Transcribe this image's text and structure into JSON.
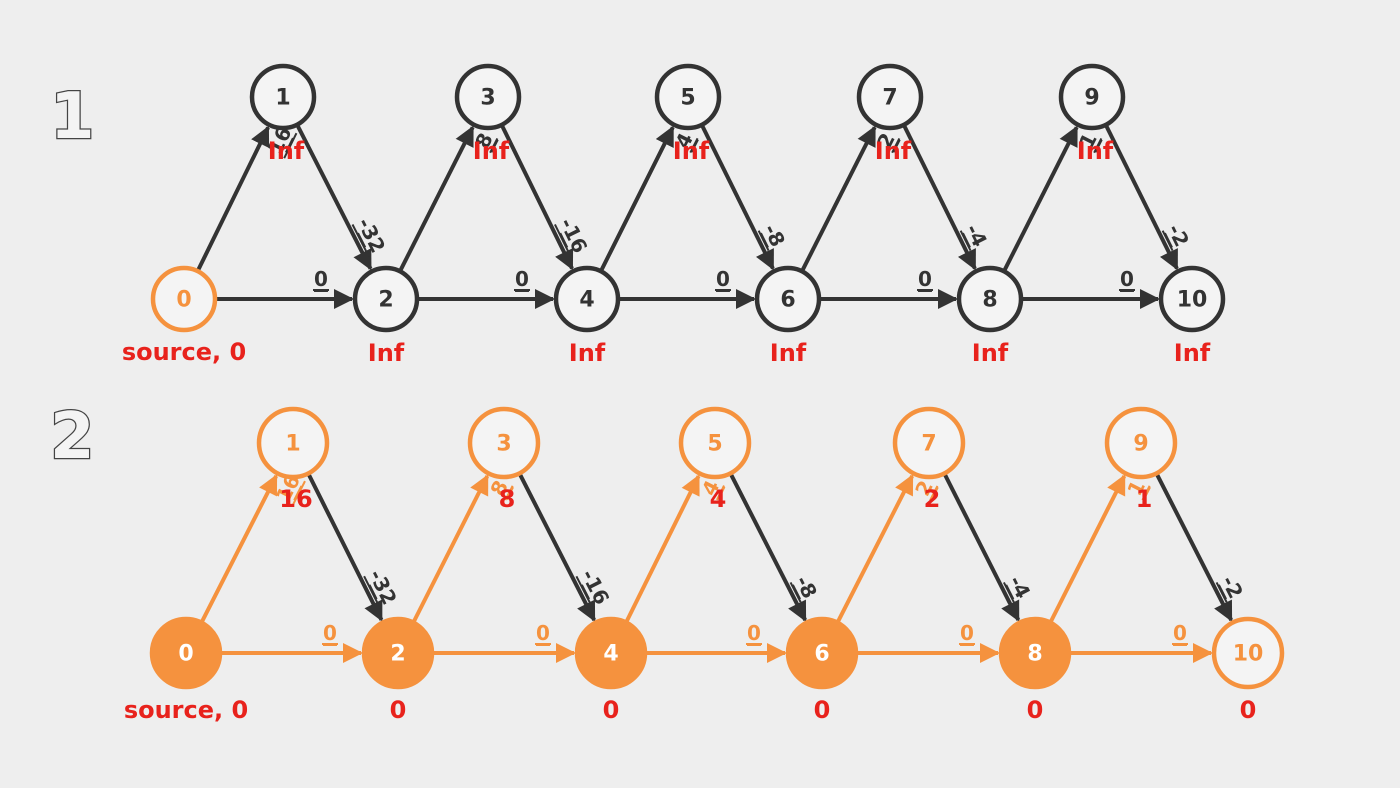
{
  "colors": {
    "background": "#eeeeee",
    "dark": "#333333",
    "orange": "#f5923e",
    "red": "#e8221c",
    "white_fill": "#f4f4f4"
  },
  "edges": [
    {
      "from": 0,
      "to": 1,
      "weight": "16"
    },
    {
      "from": 1,
      "to": 2,
      "weight": "-32"
    },
    {
      "from": 0,
      "to": 2,
      "weight": "0"
    },
    {
      "from": 2,
      "to": 3,
      "weight": "8"
    },
    {
      "from": 3,
      "to": 4,
      "weight": "-16"
    },
    {
      "from": 2,
      "to": 4,
      "weight": "0"
    },
    {
      "from": 4,
      "to": 5,
      "weight": "4"
    },
    {
      "from": 5,
      "to": 6,
      "weight": "-8"
    },
    {
      "from": 4,
      "to": 6,
      "weight": "0"
    },
    {
      "from": 6,
      "to": 7,
      "weight": "2"
    },
    {
      "from": 7,
      "to": 8,
      "weight": "-4"
    },
    {
      "from": 6,
      "to": 8,
      "weight": "0"
    },
    {
      "from": 8,
      "to": 9,
      "weight": "1"
    },
    {
      "from": 9,
      "to": 10,
      "weight": "-2"
    },
    {
      "from": 8,
      "to": 10,
      "weight": "0"
    }
  ],
  "panels": [
    {
      "number": "1",
      "source_label": "source, 0",
      "distances": [
        "",
        "Inf",
        "Inf",
        "Inf",
        "Inf",
        "Inf",
        "Inf",
        "Inf",
        "Inf",
        "Inf",
        "Inf"
      ],
      "node_style": [
        "outline-orange",
        "outline-dark",
        "outline-dark",
        "outline-dark",
        "outline-dark",
        "outline-dark",
        "outline-dark",
        "outline-dark",
        "outline-dark",
        "outline-dark",
        "outline-dark"
      ],
      "highlighted_edges": []
    },
    {
      "number": "2",
      "source_label": "source, 0",
      "distances": [
        "",
        "16",
        "0",
        "8",
        "0",
        "4",
        "0",
        "2",
        "0",
        "1",
        "0"
      ],
      "node_style": [
        "filled-orange",
        "outline-orange",
        "filled-orange",
        "outline-orange",
        "filled-orange",
        "outline-orange",
        "filled-orange",
        "outline-orange",
        "filled-orange",
        "outline-orange",
        "outline-orange"
      ],
      "highlighted_edges": [
        "0-1",
        "0-2",
        "2-3",
        "2-4",
        "4-5",
        "4-6",
        "6-7",
        "6-8",
        "8-9",
        "8-10"
      ]
    }
  ]
}
